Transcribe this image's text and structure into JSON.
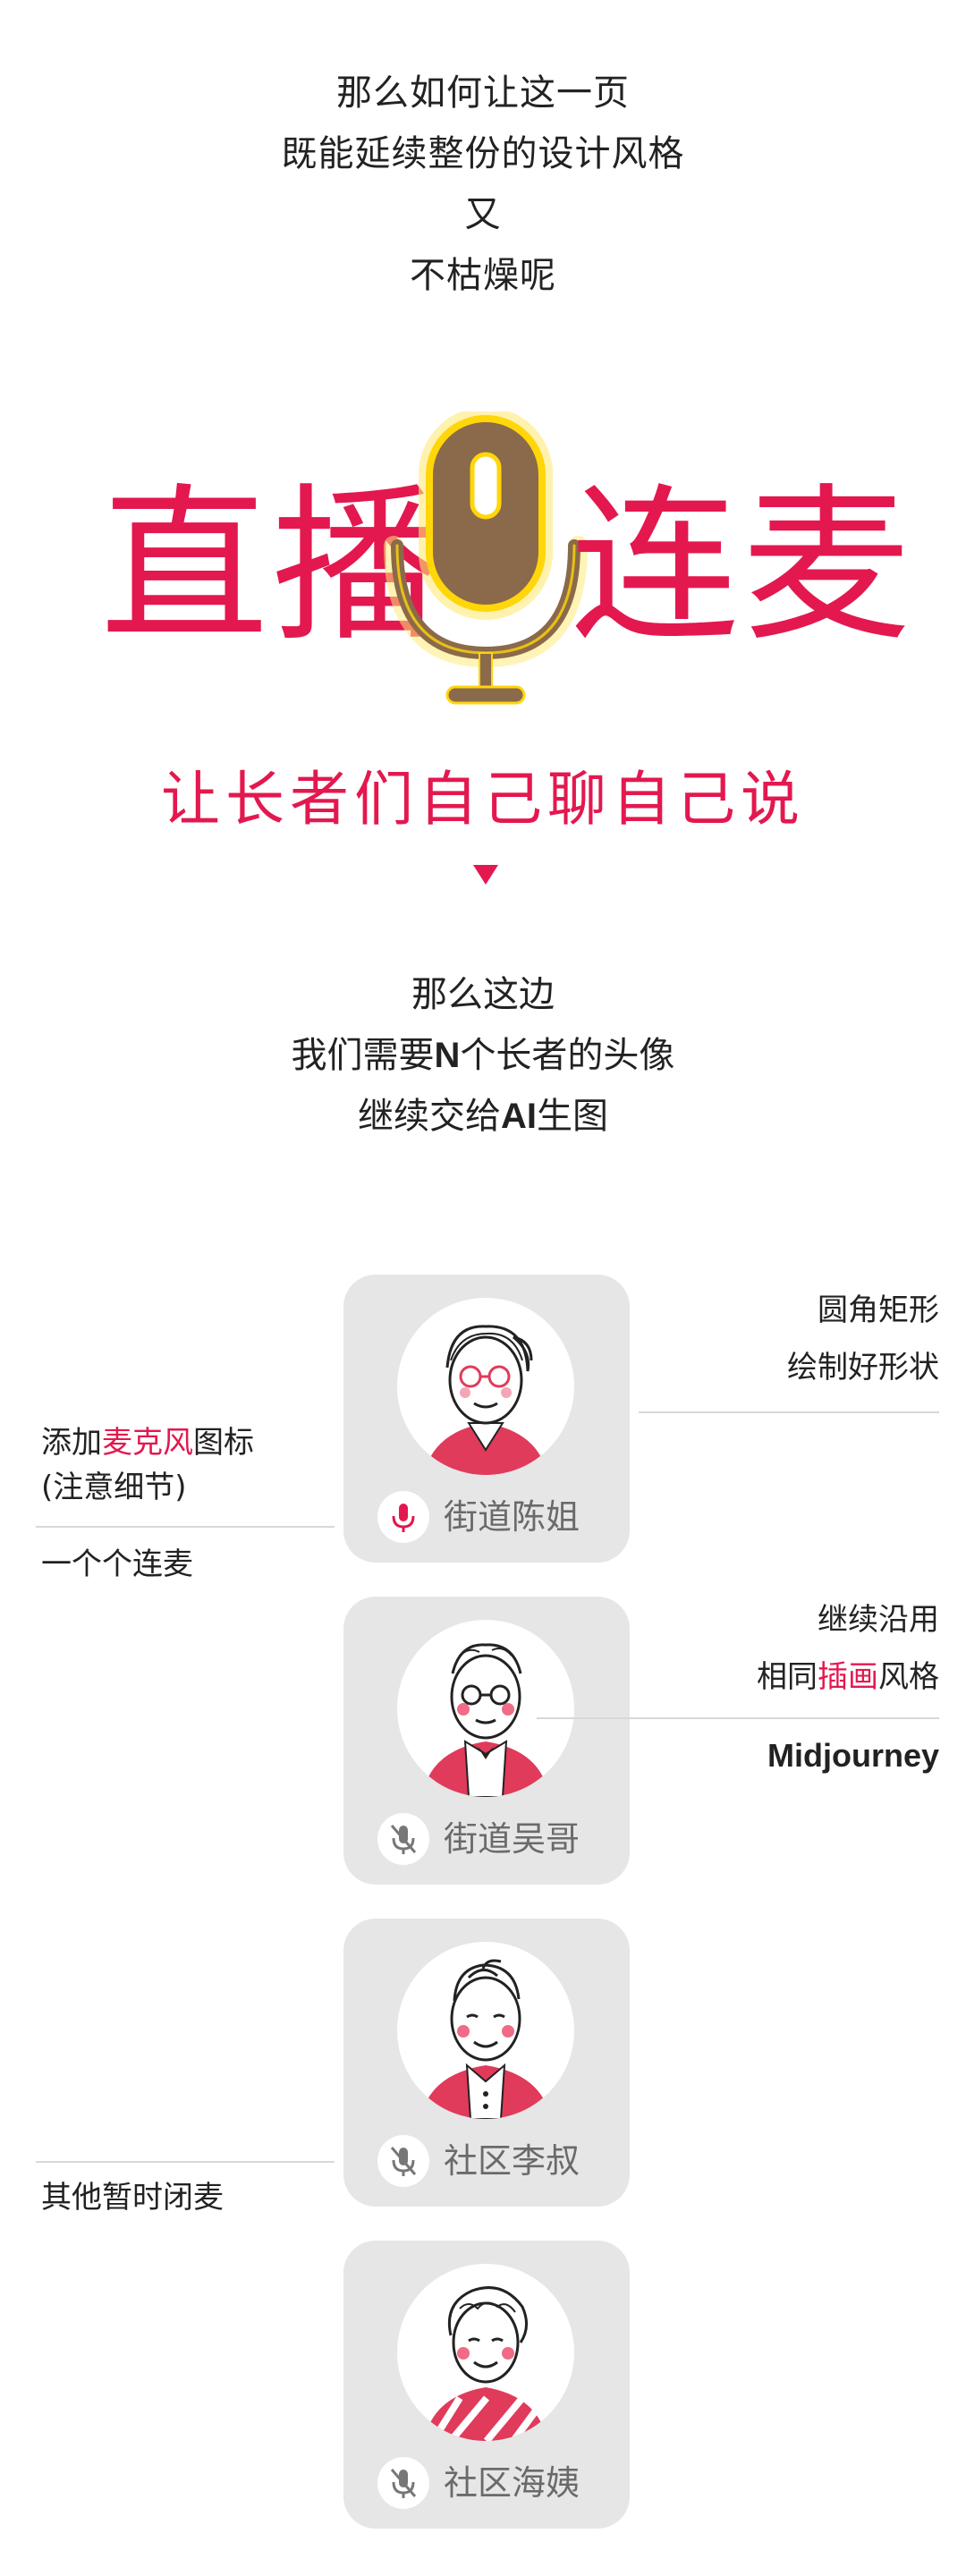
{
  "intro": {
    "line1": "那么如何让这一页",
    "line2": "既能延续整份的设计风格",
    "line3": "又",
    "line4": "不枯燥呢"
  },
  "hero": {
    "title_left": "直播",
    "title_right": "连麦",
    "subtitle": "让长者们自己聊自己说"
  },
  "mid": {
    "line1": "那么这边",
    "line2_pre": "我们需要",
    "line2_bold": "N",
    "line2_post": "个长者的头像",
    "line3_pre": "继续交给",
    "line3_bold": "AI",
    "line3_post": "生图"
  },
  "cards": [
    {
      "name": "街道陈姐",
      "mic_state": "on"
    },
    {
      "name": "街道吴哥",
      "mic_state": "muted"
    },
    {
      "name": "社区李叔",
      "mic_state": "muted"
    },
    {
      "name": "社区海姨",
      "mic_state": "muted"
    }
  ],
  "annotations": {
    "rounded_rect_1": "圆角矩形",
    "rounded_rect_2": "绘制好形状",
    "mic_icon_pre": "添加",
    "mic_icon_hl": "麦克风",
    "mic_icon_post": "图标",
    "mic_icon_note": "(注意细节)",
    "one_linked": "一个个连麦",
    "style_1": "继续沿用",
    "style_2_pre": "相同",
    "style_2_hl": "插画",
    "style_2_post": "风格",
    "tool": "Midjourney",
    "others_muted": "其他暂时闭麦"
  },
  "colors": {
    "accent": "#e3184f",
    "mic_body": "#8a6a4a",
    "mic_glow": "#ffd60a",
    "card_bg": "#e6e6e6"
  },
  "icons": [
    "microphone-icon",
    "microphone-muted-icon",
    "down-triangle-icon"
  ]
}
